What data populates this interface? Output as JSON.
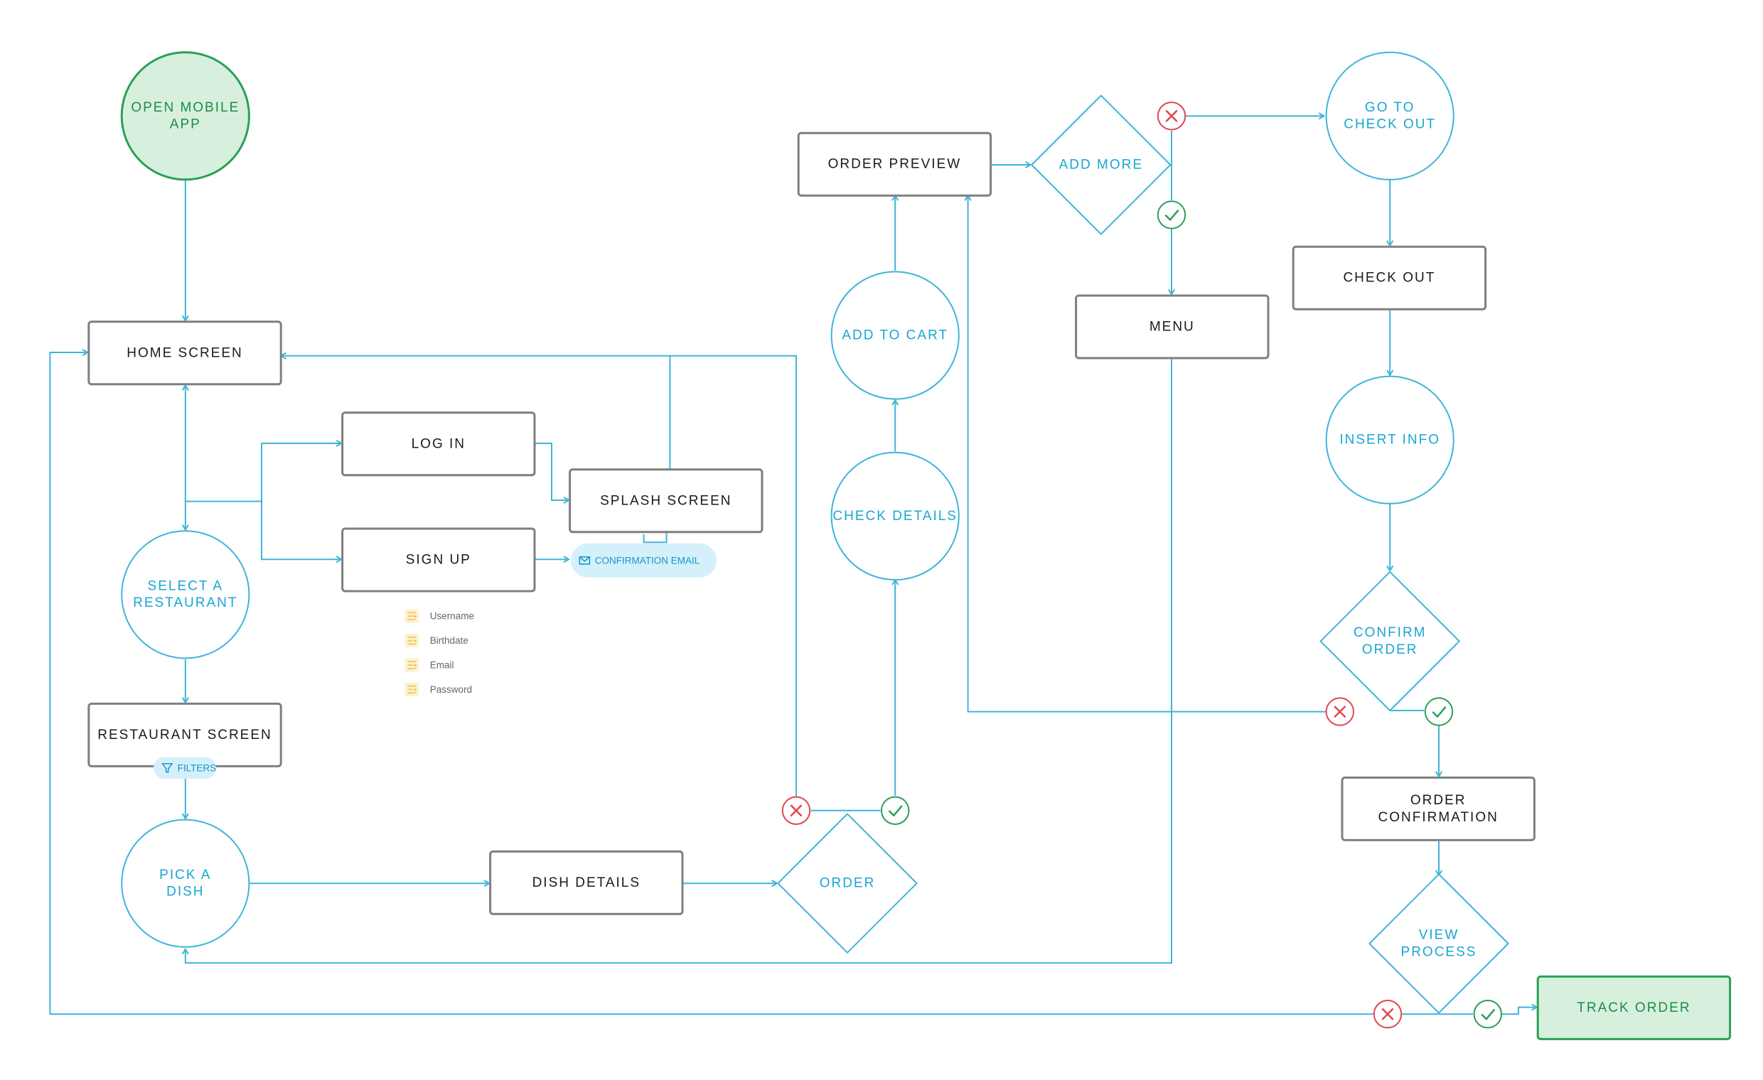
{
  "colors": {
    "line": "#3fb4d8",
    "box_border": "#7f7f7f",
    "box_text": "#1a1a1a",
    "circle_text": "#19a6d2",
    "start_stroke": "#2aa055",
    "start_fill": "#d6f0dd",
    "start_text": "#1f8a48",
    "yes": "#2aa055",
    "no": "#e0474f",
    "pill_fill": "#d4f0fb",
    "pill_text": "#1696c8",
    "field_icon": "#f1c34b",
    "field_text": "#666666"
  },
  "nodes": {
    "open_app": "OPEN MOBILE|APP",
    "home_screen": "HOME SCREEN",
    "log_in": "LOG IN",
    "sign_up": "SIGN UP",
    "splash_screen": "SPLASH SCREEN",
    "select_restaurant": "SELECT A|RESTAURANT",
    "restaurant_screen": "RESTAURANT SCREEN",
    "pick_dish": "PICK A|DISH",
    "dish_details": "DISH DETAILS",
    "order": "ORDER",
    "check_details": "CHECK DETAILS",
    "add_to_cart": "ADD TO CART",
    "order_preview": "ORDER PREVIEW",
    "add_more": "ADD MORE",
    "menu": "MENU",
    "go_to_checkout": "GO TO|CHECK OUT",
    "check_out": "CHECK OUT",
    "insert_info": "INSERT INFO",
    "confirm_order": "CONFIRM|ORDER",
    "order_confirmation": "ORDER|CONFIRMATION",
    "view_process": "VIEW|PROCESS",
    "track_order": "TRACK ORDER"
  },
  "tags": {
    "confirmation_email": "CONFIRMATION EMAIL",
    "filters": "FILTERS"
  },
  "signup_fields": [
    "Username",
    "Birthdate",
    "Email",
    "Password"
  ]
}
